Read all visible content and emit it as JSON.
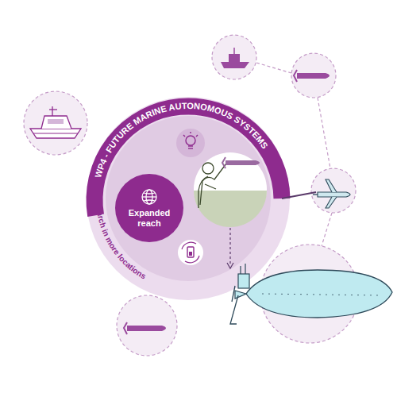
{
  "diagram": {
    "nodes": [
      {
        "text": [
          "WP4 - FUTURE MARINE AUTONOMOUS SYSTEMS",
          "For research in more locations"
        ]
      },
      {
        "text": [
          "Expanded reach"
        ],
        "in": 0
      }
    ]
  }
}
